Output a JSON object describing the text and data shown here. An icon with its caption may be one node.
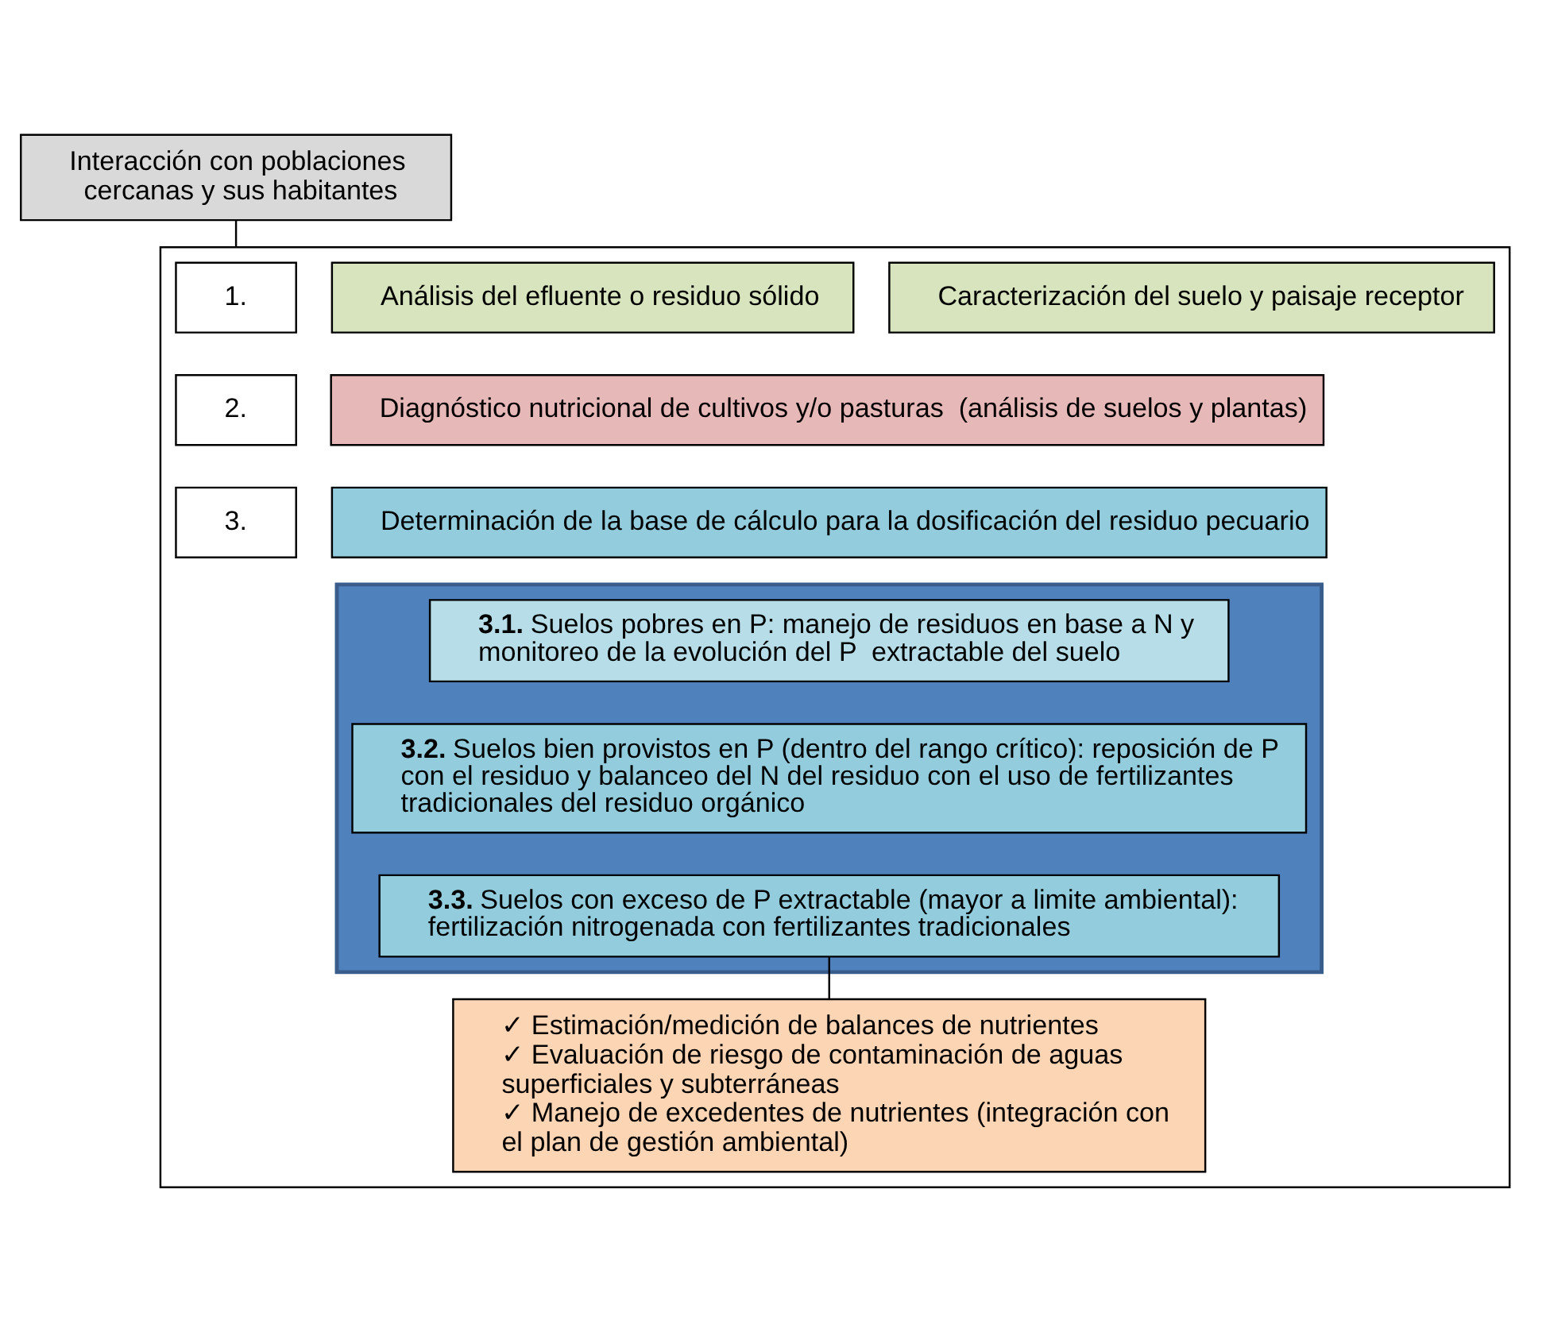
{
  "diagram": {
    "nodes": [
      {
        "text": [
          "Interacción con poblaciones cercanas y sus habitantes"
        ]
      },
      {
        "text": [],
        "shape": "box"
      },
      {
        "text": [
          "1."
        ],
        "in": 1
      },
      {
        "text": [
          "Análisis del efluente o residuo sólido"
        ],
        "in": 1
      },
      {
        "text": [
          "Caracterización del suelo y paisaje receptor"
        ],
        "in": 1
      },
      {
        "text": [
          "2."
        ],
        "in": 1
      },
      {
        "text": [
          "Diagnóstico nutricional de cultivos y/o pasturas  (análisis de suelos y plantas)"
        ],
        "in": 1
      },
      {
        "text": [
          "3."
        ],
        "in": 1
      },
      {
        "text": [
          "Determinación de la base de cálculo para la dosificación del residuo pecuario"
        ],
        "in": 1
      },
      {
        "text": [],
        "shape": "box",
        "in": 1
      },
      {
        "text": [
          "**3.1.** Suelos pobres en P: manejo de residuos en base a N y monitoreo de la evolución del P  extractable del suelo"
        ],
        "in": 9
      },
      {
        "text": [
          "**3.2.** Suelos bien provistos en P (dentro del rango crítico): reposición de P con el residuo y balanceo del N del residuo con el uso de fertilizantes tradicionales del residuo orgánico"
        ],
        "in": 9
      },
      {
        "text": [
          "**3.3.** Suelos con exceso de P extractable (mayor a limite ambiental):  fertilización nitrogenada con fertilizantes tradicionales"
        ],
        "in": 9
      },
      {
        "text": [
          "✓ Estimación/medición de balances de nutrientes",
          "✓ Evaluación de riesgo de contaminación de aguas superficiales y subterráneas",
          "✓ Manejo de excedentes de nutrientes (integración con el plan de gestión ambiental)"
        ],
        "in": 1
      }
    ],
    "edges": [
      {
        "from": 0,
        "to": 1,
        "arrow": "none"
      },
      {
        "from": 12,
        "to": 13,
        "arrow": "none"
      }
    ]
  }
}
